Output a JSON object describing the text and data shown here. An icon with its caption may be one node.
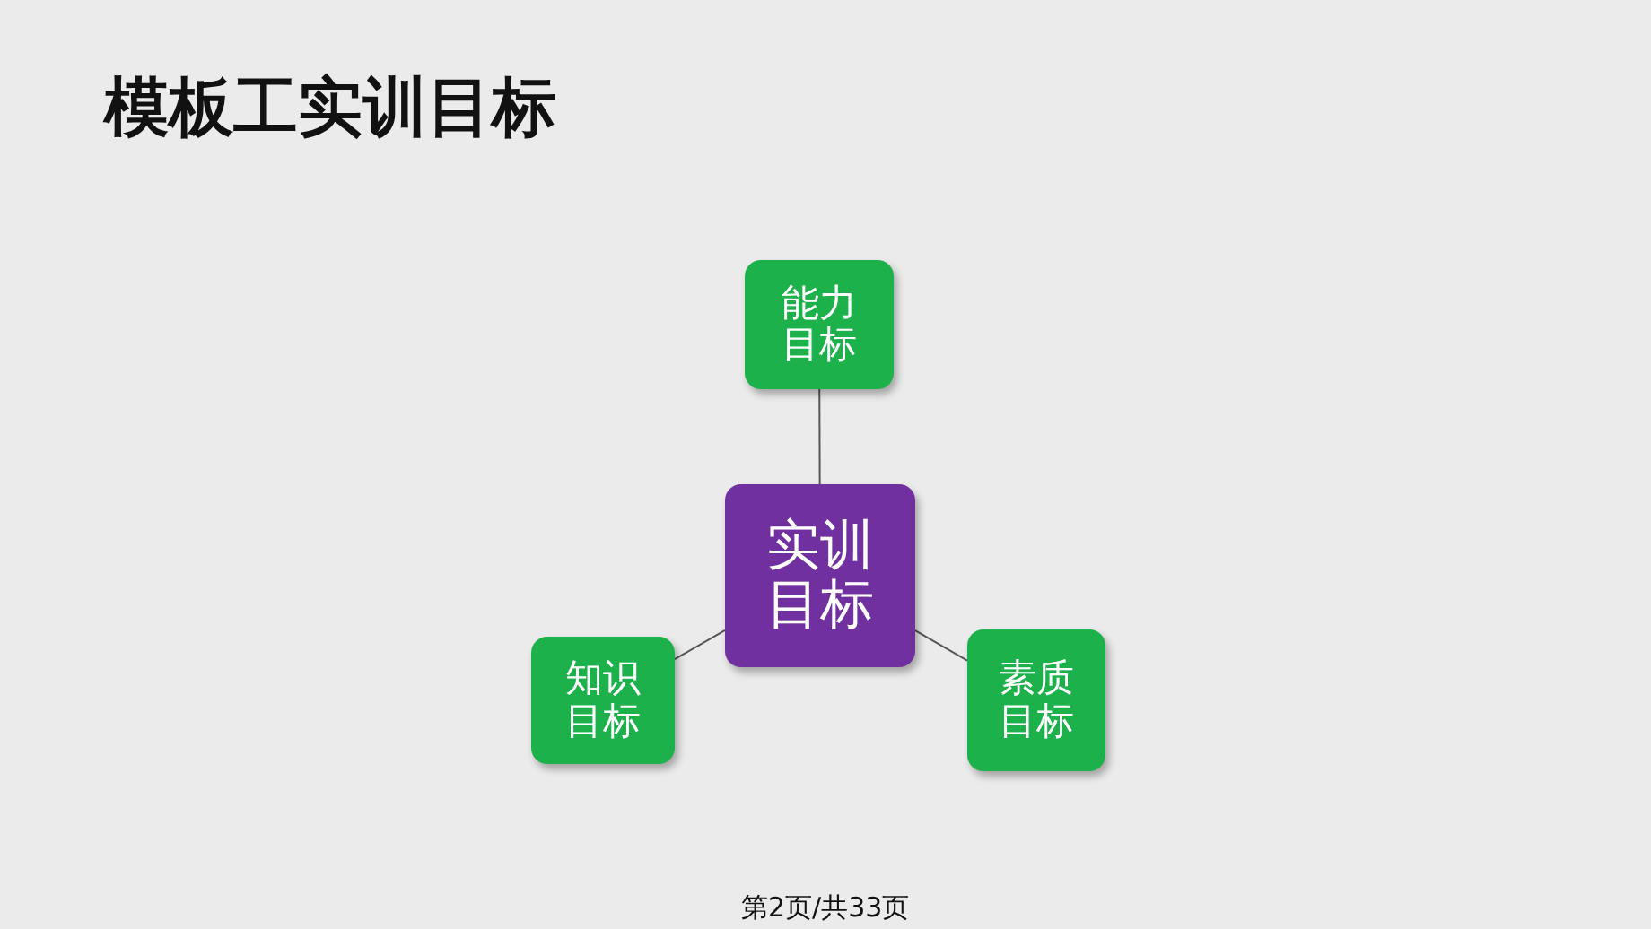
{
  "diagram": {
    "title": "模板工实训目标",
    "nodes": [
      {
        "text": [
          "能力目标"
        ]
      },
      {
        "text": [
          "实训目标"
        ]
      },
      {
        "text": [
          "知识目标"
        ]
      },
      {
        "text": [
          "素质目标"
        ]
      }
    ],
    "edges": [
      {
        "from": 1,
        "to": 0,
        "arrow": "none"
      },
      {
        "from": 1,
        "to": 2,
        "arrow": "none"
      },
      {
        "from": 1,
        "to": 3,
        "arrow": "none"
      }
    ],
    "labels": [
      "第2页/共33页"
    ]
  }
}
